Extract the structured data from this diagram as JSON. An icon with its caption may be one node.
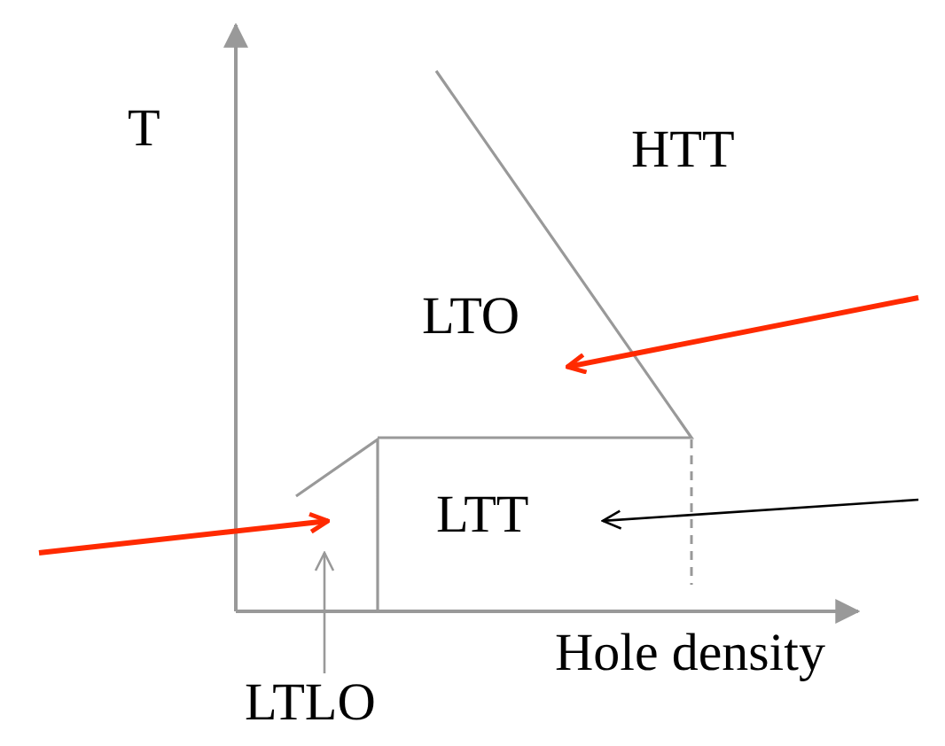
{
  "diagram": {
    "nodes": [
      {
        "text": [
          "HTT"
        ]
      },
      {
        "text": [
          "LTO"
        ]
      },
      {
        "text": [
          "LTT"
        ]
      },
      {
        "text": [
          "LTLO"
        ]
      },
      {
        "text": [],
        "shape": "region"
      }
    ],
    "edges": [
      {
        "from": null,
        "to": 1,
        "arrow": "to",
        "style": "thick",
        "color": "#ff2a00"
      },
      {
        "from": null,
        "to": 2,
        "arrow": "to",
        "color": "#000000"
      },
      {
        "from": null,
        "to": 4,
        "arrow": "to",
        "style": "thick",
        "color": "#ff2a00"
      },
      {
        "from": 3,
        "to": 4,
        "arrow": "to",
        "color": "#999999"
      }
    ],
    "labels": [
      "T",
      "Hole density"
    ]
  }
}
